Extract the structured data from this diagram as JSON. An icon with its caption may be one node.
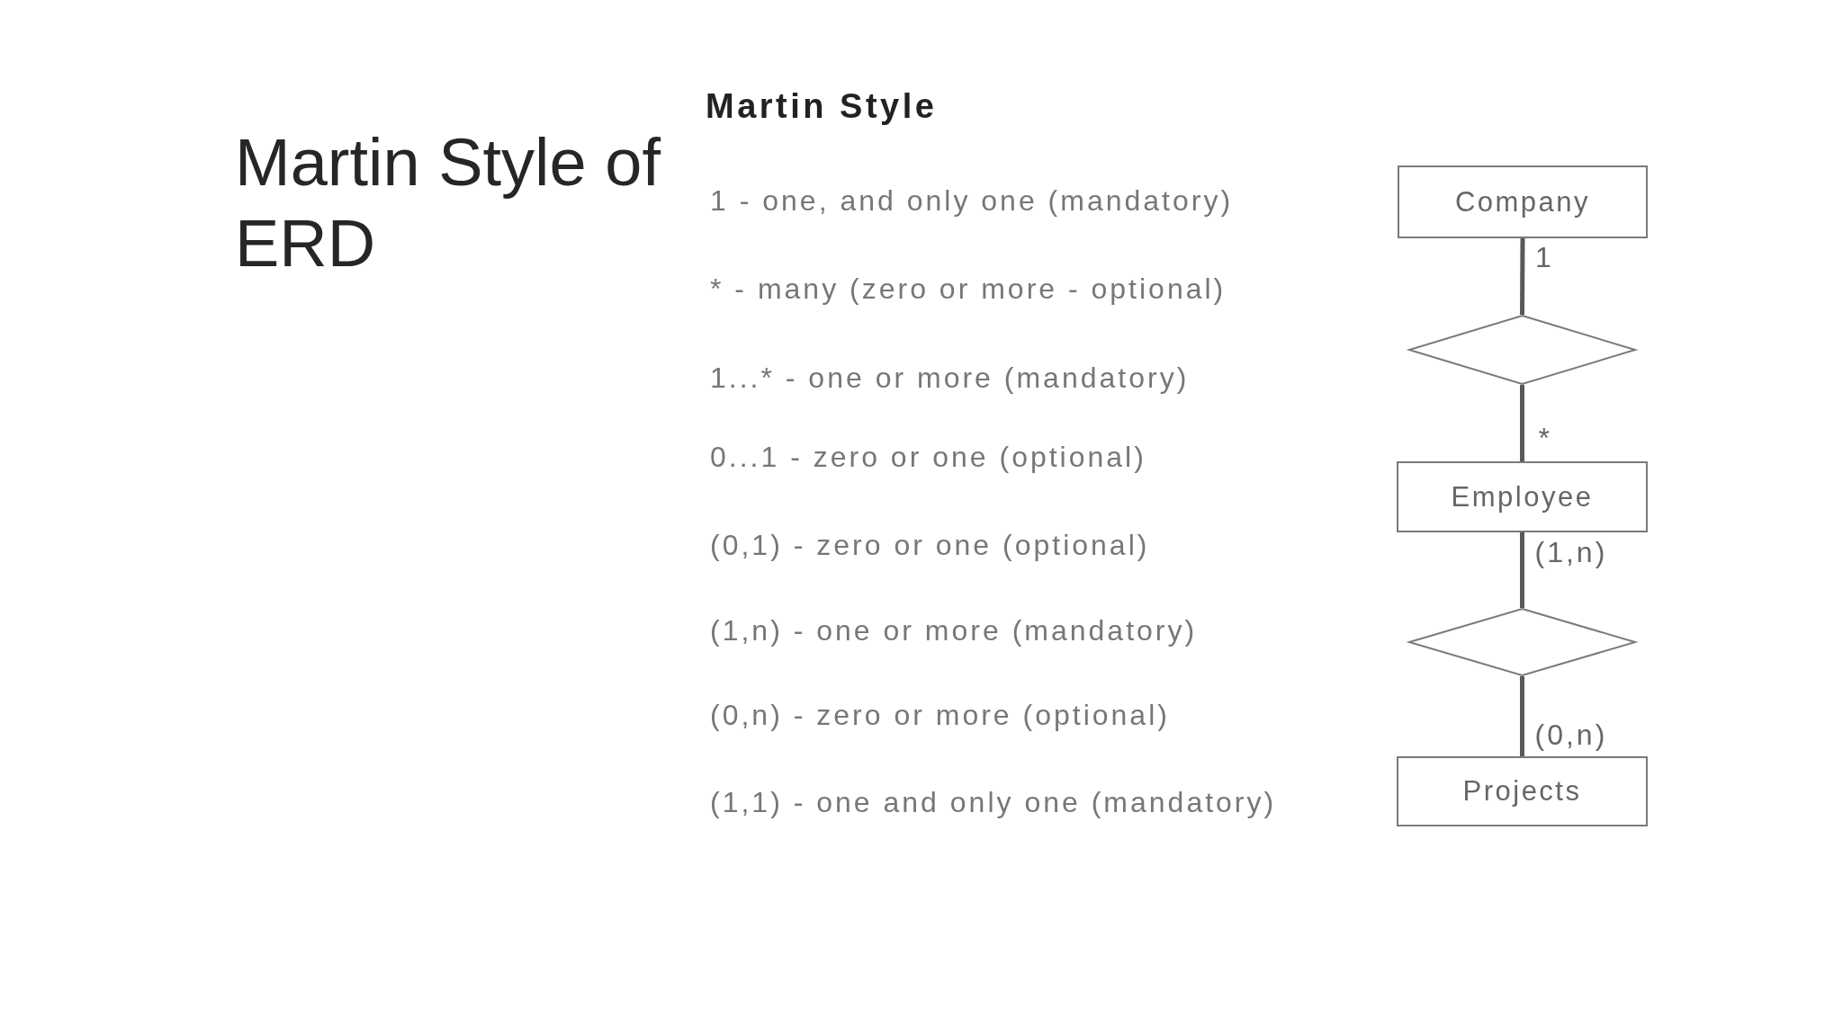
{
  "diagram": {
    "title": "Martin Style of ERD",
    "nodes": [
      {
        "text": [
          "Company"
        ]
      },
      {
        "text": [],
        "shape": "diamond"
      },
      {
        "text": [
          "Employee"
        ]
      },
      {
        "text": [],
        "shape": "diamond"
      },
      {
        "text": [
          "Projects"
        ]
      }
    ],
    "edges": [
      {
        "from": 0,
        "to": 1,
        "arrow": "none",
        "label": "1"
      },
      {
        "from": 1,
        "to": 2,
        "arrow": "none",
        "label": "*"
      },
      {
        "from": 2,
        "to": 3,
        "arrow": "none",
        "label": "(1,n)"
      },
      {
        "from": 3,
        "to": 4,
        "arrow": "none",
        "label": "(0,n)"
      }
    ],
    "labels": [
      "Martin Style",
      "1 - one, and only one (mandatory)",
      "* - many (zero or more - optional)",
      "1...* - one or more (mandatory)",
      "0...1 - zero or one (optional)",
      "(0,1) - zero or one (optional)",
      "(1,n) - one or more (mandatory)",
      "(0,n) - zero or more (optional)",
      "(1,1) - one and only one (mandatory)"
    ]
  }
}
